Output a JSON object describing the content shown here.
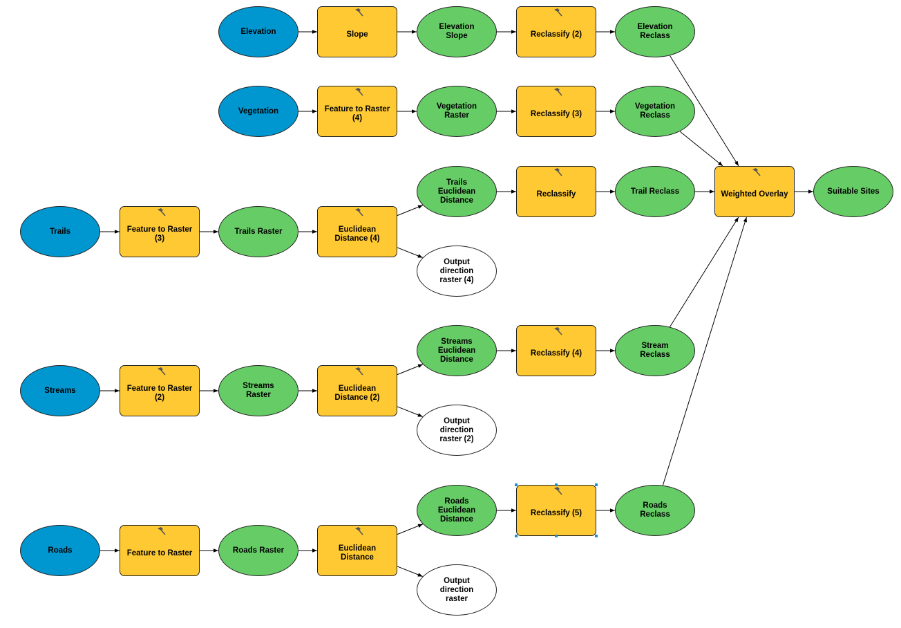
{
  "colors": {
    "input": "#0096cf",
    "tool": "#ffc934",
    "data": "#66cc66",
    "output": "#ffffff",
    "selection": "#1e8fd6"
  },
  "nodes": {
    "elevation": {
      "label": "Elevation",
      "kind": "input"
    },
    "slope": {
      "label": "Slope",
      "kind": "tool"
    },
    "elevation_slope": {
      "label": "Elevation\nSlope",
      "kind": "data"
    },
    "reclassify_2": {
      "label": "Reclassify (2)",
      "kind": "tool"
    },
    "elevation_reclass": {
      "label": "Elevation\nReclass",
      "kind": "data"
    },
    "vegetation": {
      "label": "Vegetation",
      "kind": "input"
    },
    "feature_to_raster_4": {
      "label": "Feature to Raster\n(4)",
      "kind": "tool"
    },
    "vegetation_raster": {
      "label": "Vegetation\nRaster",
      "kind": "data"
    },
    "reclassify_3": {
      "label": "Reclassify (3)",
      "kind": "tool"
    },
    "vegetation_reclass": {
      "label": "Vegetation\nReclass",
      "kind": "data"
    },
    "trails": {
      "label": "Trails",
      "kind": "input"
    },
    "feature_to_raster_3": {
      "label": "Feature to Raster\n(3)",
      "kind": "tool"
    },
    "trails_raster": {
      "label": "Trails Raster",
      "kind": "data"
    },
    "euclidean_distance_4": {
      "label": "Euclidean\nDistance (4)",
      "kind": "tool"
    },
    "trails_euclidean_distance": {
      "label": "Trails\nEuclidean\nDistance",
      "kind": "data"
    },
    "output_direction_raster_4": {
      "label": "Output\ndirection\nraster (4)",
      "kind": "output"
    },
    "reclassify": {
      "label": "Reclassify",
      "kind": "tool"
    },
    "trail_reclass": {
      "label": "Trail Reclass",
      "kind": "data"
    },
    "weighted_overlay": {
      "label": "Weighted Overlay",
      "kind": "tool"
    },
    "suitable_sites": {
      "label": "Suitable Sites",
      "kind": "data"
    },
    "streams": {
      "label": "Streams",
      "kind": "input"
    },
    "feature_to_raster_2": {
      "label": "Feature to Raster\n(2)",
      "kind": "tool"
    },
    "streams_raster": {
      "label": "Streams\nRaster",
      "kind": "data"
    },
    "euclidean_distance_2": {
      "label": "Euclidean\nDistance (2)",
      "kind": "tool"
    },
    "streams_euclidean_distance": {
      "label": "Streams\nEuclidean\nDistance",
      "kind": "data"
    },
    "output_direction_raster_2": {
      "label": "Output\ndirection\nraster (2)",
      "kind": "output"
    },
    "reclassify_4": {
      "label": "Reclassify (4)",
      "kind": "tool"
    },
    "stream_reclass": {
      "label": "Stream\nReclass",
      "kind": "data"
    },
    "roads": {
      "label": "Roads",
      "kind": "input"
    },
    "feature_to_raster": {
      "label": "Feature to Raster",
      "kind": "tool"
    },
    "roads_raster": {
      "label": "Roads Raster",
      "kind": "data"
    },
    "euclidean_distance": {
      "label": "Euclidean\nDistance",
      "kind": "tool"
    },
    "roads_euclidean_distance": {
      "label": "Roads\nEuclidean\nDistance",
      "kind": "data"
    },
    "output_direction_raster": {
      "label": "Output\ndirection\nraster",
      "kind": "output"
    },
    "reclassify_5": {
      "label": "Reclassify (5)",
      "kind": "tool",
      "selected": true
    },
    "roads_reclass": {
      "label": "Roads\nReclass",
      "kind": "data"
    }
  },
  "edges": [
    [
      "elevation",
      "slope"
    ],
    [
      "slope",
      "elevation_slope"
    ],
    [
      "elevation_slope",
      "reclassify_2"
    ],
    [
      "reclassify_2",
      "elevation_reclass"
    ],
    [
      "elevation_reclass",
      "weighted_overlay"
    ],
    [
      "vegetation",
      "feature_to_raster_4"
    ],
    [
      "feature_to_raster_4",
      "vegetation_raster"
    ],
    [
      "vegetation_raster",
      "reclassify_3"
    ],
    [
      "reclassify_3",
      "vegetation_reclass"
    ],
    [
      "vegetation_reclass",
      "weighted_overlay"
    ],
    [
      "trails",
      "feature_to_raster_3"
    ],
    [
      "feature_to_raster_3",
      "trails_raster"
    ],
    [
      "trails_raster",
      "euclidean_distance_4"
    ],
    [
      "euclidean_distance_4",
      "trails_euclidean_distance"
    ],
    [
      "euclidean_distance_4",
      "output_direction_raster_4"
    ],
    [
      "trails_euclidean_distance",
      "reclassify"
    ],
    [
      "reclassify",
      "trail_reclass"
    ],
    [
      "trail_reclass",
      "weighted_overlay"
    ],
    [
      "weighted_overlay",
      "suitable_sites"
    ],
    [
      "streams",
      "feature_to_raster_2"
    ],
    [
      "feature_to_raster_2",
      "streams_raster"
    ],
    [
      "streams_raster",
      "euclidean_distance_2"
    ],
    [
      "euclidean_distance_2",
      "streams_euclidean_distance"
    ],
    [
      "euclidean_distance_2",
      "output_direction_raster_2"
    ],
    [
      "streams_euclidean_distance",
      "reclassify_4"
    ],
    [
      "reclassify_4",
      "stream_reclass"
    ],
    [
      "stream_reclass",
      "weighted_overlay"
    ],
    [
      "roads",
      "feature_to_raster"
    ],
    [
      "feature_to_raster",
      "roads_raster"
    ],
    [
      "roads_raster",
      "euclidean_distance"
    ],
    [
      "euclidean_distance",
      "roads_euclidean_distance"
    ],
    [
      "euclidean_distance",
      "output_direction_raster"
    ],
    [
      "roads_euclidean_distance",
      "reclassify_5"
    ],
    [
      "reclassify_5",
      "roads_reclass"
    ],
    [
      "roads_reclass",
      "weighted_overlay"
    ]
  ]
}
